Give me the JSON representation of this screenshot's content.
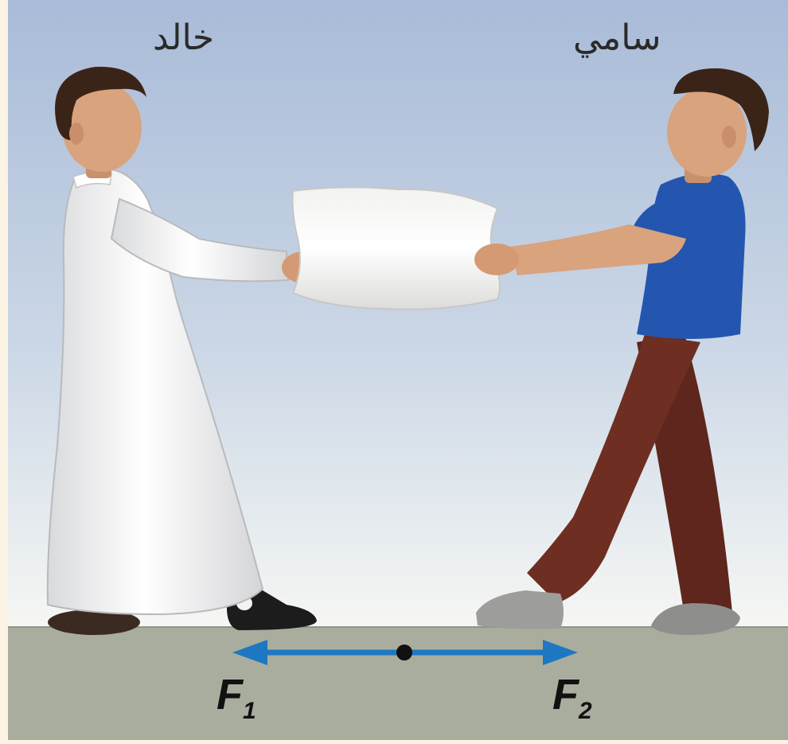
{
  "labels": {
    "person_left": "خالد",
    "person_right": "سامي"
  },
  "forces": [
    {
      "symbol": "F",
      "subscript": "1"
    },
    {
      "symbol": "F",
      "subscript": "2"
    }
  ],
  "colors": {
    "sky_top": "#aebfd9",
    "sky_bottom": "#f4f6f4",
    "ground": "#a9ad9e",
    "arrow": "#1d78c1",
    "thobe": "#f0f0ee",
    "shirt": "#2456b0",
    "pants": "#6e2e22",
    "skin": "#d9a37e",
    "hair": "#3a2418"
  }
}
